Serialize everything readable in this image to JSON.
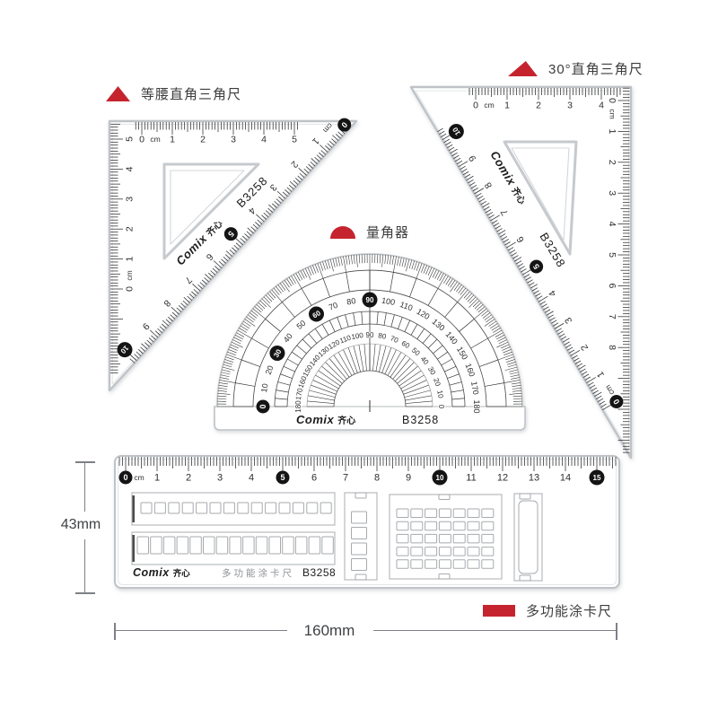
{
  "page": {
    "background": "#ffffff"
  },
  "brand": {
    "logo_en": "Comix",
    "logo_cn": "齐心",
    "model": "B3258"
  },
  "colors": {
    "accent_red": "#c5242e",
    "ink": "#2e2e2e",
    "plastic_edge": "#bfc3c7",
    "plastic_inner": "#e3e5e8",
    "cell_line": "#a7aaae",
    "muted_text": "#8f9296",
    "dim_line": "#7d8085"
  },
  "icons": {
    "isosceles": "red-triangle-icon",
    "triangle30": "red-scalene-triangle-icon",
    "protractor": "red-half-circle-icon",
    "card_ruler": "red-bar-icon"
  },
  "callouts": {
    "isosceles": {
      "label": "等腰直角三角尺"
    },
    "triangle30": {
      "label": "30°直角三角尺"
    },
    "protractor": {
      "label": "量角器"
    },
    "card_ruler": {
      "label": "多功能涂卡尺"
    }
  },
  "annotations": {
    "height": "43mm",
    "length": "160mm"
  },
  "instruments": {
    "isosceles": {
      "top_scale": {
        "unit": "cm",
        "from": 0,
        "to": 5,
        "circled": []
      },
      "left_scale": {
        "unit": "cm",
        "from": 0,
        "to": 5,
        "circled": []
      },
      "hyp_scale": {
        "unit": "cm",
        "from": 0,
        "to": 10,
        "circled": [
          0,
          5,
          10
        ]
      },
      "print": [
        "Comix 齐心",
        "B3258"
      ]
    },
    "triangle30": {
      "top_scale": {
        "unit": "cm",
        "from": 0,
        "to": 4,
        "circled": []
      },
      "right_scale": {
        "unit": "cm",
        "from": 0,
        "to": 8,
        "circled": []
      },
      "hyp_scale": {
        "unit": "cm",
        "from": 0,
        "to": 10,
        "circled": [
          0,
          5,
          10
        ]
      },
      "print": [
        "Comix 齐心",
        "B3258"
      ]
    },
    "protractor": {
      "outer_scale": {
        "from": 0,
        "to": 180,
        "step": 10,
        "circled": [
          0,
          30,
          60,
          90
        ]
      },
      "inner_scale": {
        "from": 180,
        "to": 0,
        "step": 10,
        "circled": []
      },
      "print": [
        "Comix 齐心",
        "B3258"
      ]
    },
    "card_ruler": {
      "scale": {
        "unit": "cm",
        "from": 0,
        "to": 15,
        "circled": [
          0,
          5,
          10,
          15
        ]
      },
      "name_print": "多功能涂卡尺",
      "print": [
        "Comix 齐心",
        "多功能涂卡尺",
        "B3258"
      ]
    }
  }
}
